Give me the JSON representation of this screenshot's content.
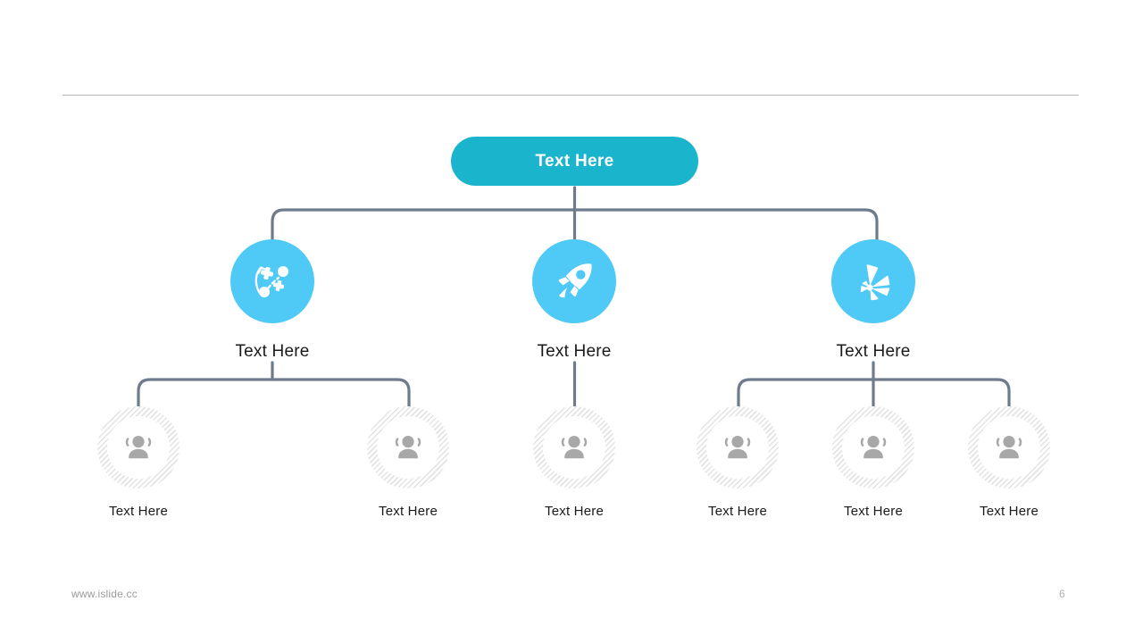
{
  "slide": {
    "page_number": "6",
    "footer_url": "www.islide.cc",
    "colors": {
      "root_fill": "#1bb4cd",
      "node_fill": "#4fc9f6",
      "connector": "#6e7b8c",
      "rule": "#b7b7b7",
      "hatch_ring": "#e3e3e3",
      "avatar_gray": "#a8a8a8",
      "text_dark": "#1a1a1a",
      "text_muted": "#9a9a9a"
    }
  },
  "root": {
    "label": "Text Here"
  },
  "mid_nodes": [
    {
      "label": "Text Here",
      "icon": "strategy-tactics-icon"
    },
    {
      "label": "Text Here",
      "icon": "rocket-icon"
    },
    {
      "label": "Text Here",
      "icon": "pinwheel-burst-icon"
    }
  ],
  "leaf_nodes": [
    {
      "label": "Text Here",
      "icon": "people-group-icon"
    },
    {
      "label": "Text Here",
      "icon": "people-group-icon"
    },
    {
      "label": "Text Here",
      "icon": "people-group-icon"
    },
    {
      "label": "Text Here",
      "icon": "people-group-icon"
    },
    {
      "label": "Text Here",
      "icon": "people-group-icon"
    },
    {
      "label": "Text Here",
      "icon": "people-group-icon"
    }
  ]
}
